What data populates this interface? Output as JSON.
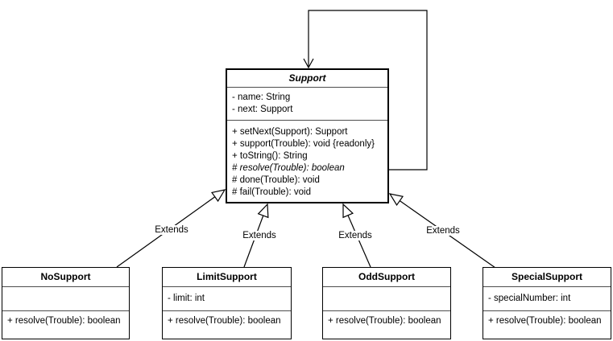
{
  "diagram": {
    "type": "uml-class-diagram",
    "colors": {
      "background": "#ffffff",
      "line": "#000000",
      "box_fill": "#ffffff",
      "text": "#000000"
    },
    "classes": {
      "support": {
        "name": "Support",
        "abstract": true,
        "attributes": [
          "- name: String",
          "- next: Support"
        ],
        "methods": [
          "+ setNext(Support): Support",
          "+ support(Trouble): void {readonly}",
          "+ toString(): String",
          "# resolve(Trouble): boolean",
          "# done(Trouble): void",
          "# fail(Trouble): void"
        ]
      },
      "no_support": {
        "name": "NoSupport",
        "abstract": false,
        "attributes": [],
        "methods": [
          "+ resolve(Trouble): boolean"
        ]
      },
      "limit_support": {
        "name": "LimitSupport",
        "abstract": false,
        "attributes": [
          "- limit: int"
        ],
        "methods": [
          "+ resolve(Trouble): boolean"
        ]
      },
      "odd_support": {
        "name": "OddSupport",
        "abstract": false,
        "attributes": [],
        "methods": [
          "+ resolve(Trouble): boolean"
        ]
      },
      "special_support": {
        "name": "SpecialSupport",
        "abstract": false,
        "attributes": [
          "- specialNumber: int"
        ],
        "methods": [
          "+ resolve(Trouble): boolean"
        ]
      }
    },
    "edges": {
      "self_association": {
        "from": "Support",
        "to": "Support",
        "label": ""
      },
      "extends_no": {
        "from": "NoSupport",
        "to": "Support",
        "label": "Extends"
      },
      "extends_limit": {
        "from": "LimitSupport",
        "to": "Support",
        "label": "Extends"
      },
      "extends_odd": {
        "from": "OddSupport",
        "to": "Support",
        "label": "Extends"
      },
      "extends_special": {
        "from": "SpecialSupport",
        "to": "Support",
        "label": "Extends"
      }
    }
  }
}
